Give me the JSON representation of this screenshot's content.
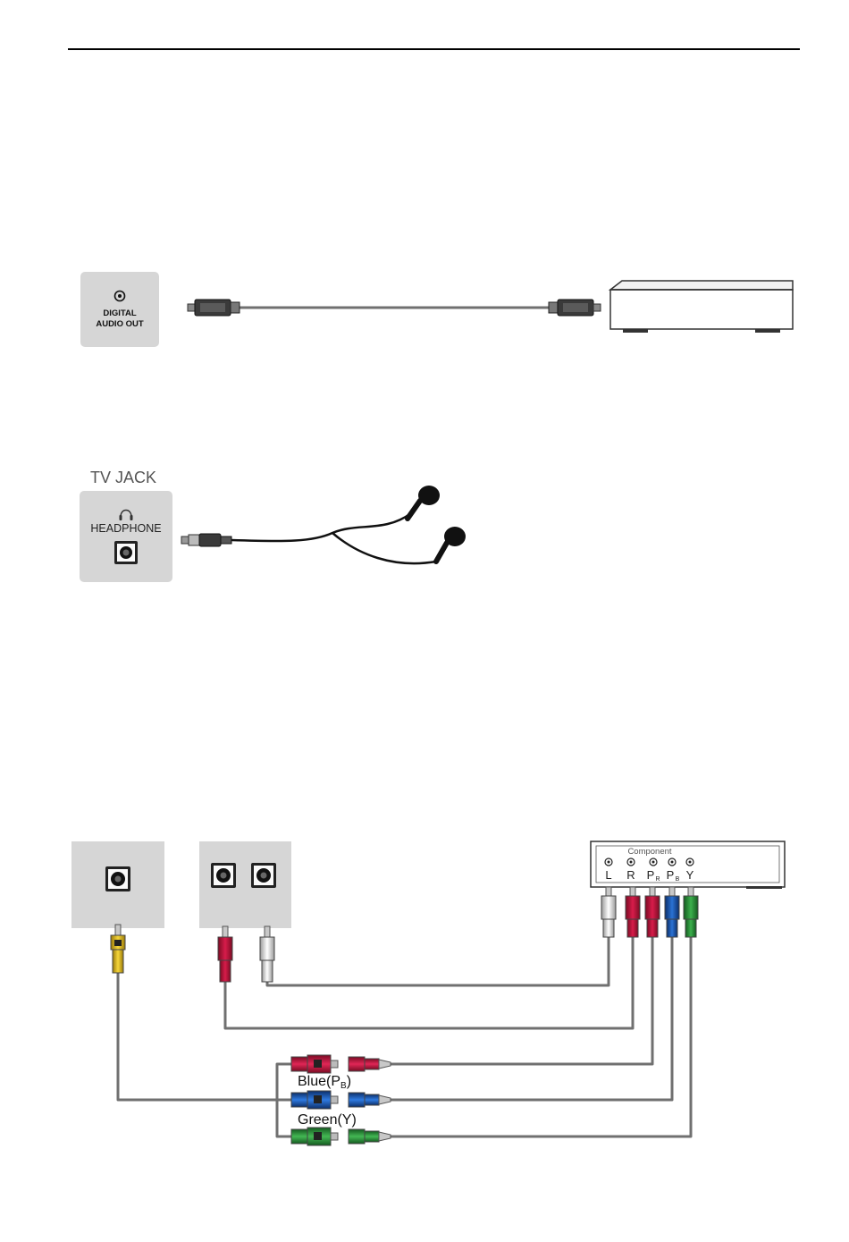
{
  "digital_panel": {
    "line1": "DIGITAL",
    "line2": "AUDIO OUT"
  },
  "headphone_section": {
    "title": "TV JACK",
    "jack_label": "HEADPHONE"
  },
  "component_box": {
    "title": "Component",
    "ports": [
      "L",
      "R",
      "P",
      "P",
      "Y"
    ],
    "port_subscripts": [
      "",
      "",
      "R",
      "B",
      ""
    ]
  },
  "adapter_labels": {
    "blue": "Blue(P",
    "blue_sub": "B",
    "blue_close": ")",
    "green": "Green(Y)"
  },
  "colors": {
    "panel_gray": "#d6d6d6",
    "red": "#c0143c",
    "blue": "#1e5bb4",
    "green": "#2e9a3c",
    "yellow": "#e8c21c",
    "white_plug": "#eeeeee",
    "cable": "#707070"
  }
}
